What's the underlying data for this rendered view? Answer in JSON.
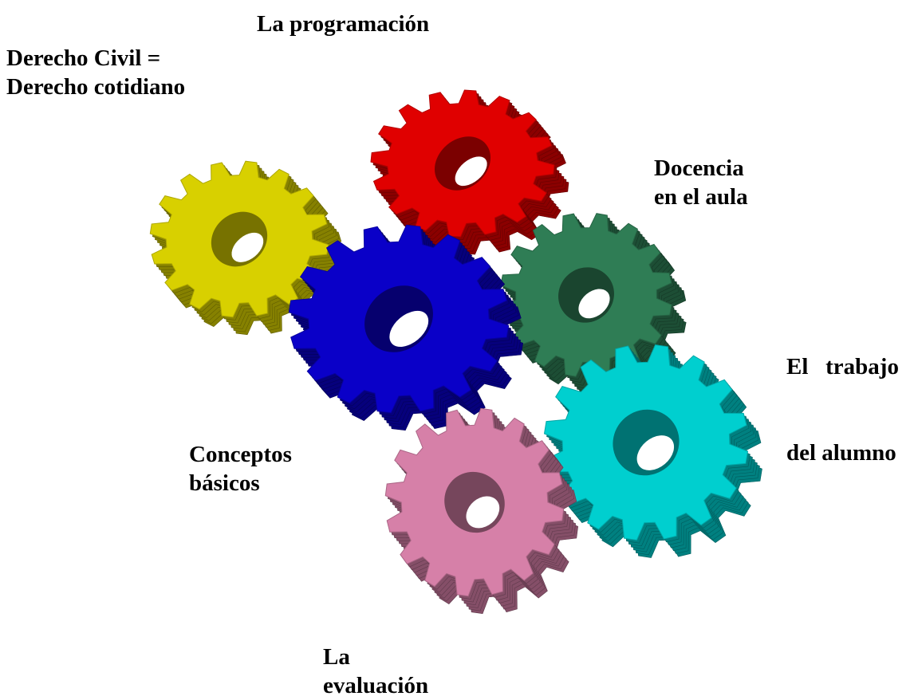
{
  "labels": {
    "programacion": [
      "La programación"
    ],
    "derecho_civil": [
      "Derecho Civil =",
      "Derecho cotidiano"
    ],
    "docencia": [
      "Docencia",
      "en el aula"
    ],
    "trabajo_alumno": [
      "El   trabajo",
      "del alumno"
    ],
    "conceptos": [
      "Conceptos",
      "básicos"
    ],
    "evaluacion": [
      "La",
      "evaluación"
    ]
  },
  "gears": [
    {
      "id": "red",
      "color": "#e00000"
    },
    {
      "id": "yellow",
      "color": "#d8d000"
    },
    {
      "id": "green",
      "color": "#2f7d55"
    },
    {
      "id": "blue",
      "color": "#0a00c8"
    },
    {
      "id": "cyan",
      "color": "#00cfcf"
    },
    {
      "id": "pink",
      "color": "#d680a8"
    }
  ]
}
